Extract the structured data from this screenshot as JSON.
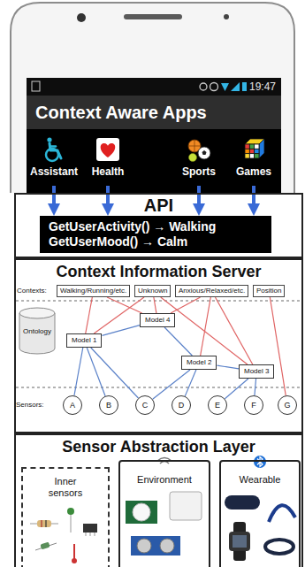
{
  "diagram": {
    "nodes": [
      {
        "text": [
          "Context Aware Apps"
        ]
      },
      {
        "text": [
          "Assistant"
        ],
        "in": 0
      },
      {
        "text": [
          "Health"
        ],
        "in": 0
      },
      {
        "text": [
          "Sports"
        ],
        "in": 0
      },
      {
        "text": [
          "Games"
        ],
        "in": 0
      },
      {
        "text": [
          "API"
        ]
      },
      {
        "text": [
          "GetUserActivity() → Walking",
          "GetUserMood() → Calm"
        ],
        "in": 5
      },
      {
        "text": [
          "Context Information Server"
        ]
      },
      {
        "text": [
          "Walking/Running/etc."
        ],
        "in": 7
      },
      {
        "text": [
          "Unknown"
        ],
        "in": 7
      },
      {
        "text": [
          "Anxious/Relaxed/etc."
        ],
        "in": 7
      },
      {
        "text": [
          "Position"
        ],
        "in": 7
      },
      {
        "text": [
          "Ontology"
        ],
        "in": 7
      },
      {
        "text": [
          "Model 1"
        ],
        "in": 7
      },
      {
        "text": [
          "Model 4"
        ],
        "in": 7
      },
      {
        "text": [
          "Model 2"
        ],
        "in": 7
      },
      {
        "text": [
          "Model 3"
        ],
        "in": 7
      },
      {
        "text": [
          "A"
        ],
        "in": 7
      },
      {
        "text": [
          "B"
        ],
        "in": 7
      },
      {
        "text": [
          "C"
        ],
        "in": 7
      },
      {
        "text": [
          "D"
        ],
        "in": 7
      },
      {
        "text": [
          "E"
        ],
        "in": 7
      },
      {
        "text": [
          "F"
        ],
        "in": 7
      },
      {
        "text": [
          "G"
        ],
        "in": 7
      },
      {
        "text": [
          "Sensor Abstraction Layer"
        ]
      },
      {
        "text": [
          "Inner sensors"
        ],
        "in": 24
      },
      {
        "text": [
          "Environment"
        ],
        "in": 24
      },
      {
        "text": [
          "Wearable"
        ],
        "in": 24
      }
    ],
    "edges": [
      {
        "from": 1,
        "to": 6,
        "arrow": "to"
      },
      {
        "from": 2,
        "to": 6,
        "arrow": "to"
      },
      {
        "from": 3,
        "to": 6,
        "arrow": "to"
      },
      {
        "from": 4,
        "to": 6,
        "arrow": "to"
      },
      {
        "from": 8,
        "to": 13,
        "arrow": "none"
      },
      {
        "from": 8,
        "to": 14,
        "arrow": "none"
      },
      {
        "from": 9,
        "to": 13,
        "arrow": "none"
      },
      {
        "from": 9,
        "to": 14,
        "arrow": "none"
      },
      {
        "from": 9,
        "to": 16,
        "arrow": "none"
      },
      {
        "from": 10,
        "to": 14,
        "arrow": "none"
      },
      {
        "from": 10,
        "to": 15,
        "arrow": "none"
      },
      {
        "from": 10,
        "to": 16,
        "arrow": "none"
      },
      {
        "from": 11,
        "to": 23,
        "arrow": "none"
      },
      {
        "from": 13,
        "to": 14,
        "arrow": "none"
      },
      {
        "from": 13,
        "to": 17,
        "arrow": "none"
      },
      {
        "from": 13,
        "to": 18,
        "arrow": "none"
      },
      {
        "from": 13,
        "to": 19,
        "arrow": "none"
      },
      {
        "from": 14,
        "to": 15,
        "arrow": "none"
      },
      {
        "from": 15,
        "to": 19,
        "arrow": "none"
      },
      {
        "from": 15,
        "to": 20,
        "arrow": "none"
      },
      {
        "from": 15,
        "to": 16,
        "arrow": "none"
      },
      {
        "from": 16,
        "to": 21,
        "arrow": "none"
      },
      {
        "from": 16,
        "to": 22,
        "arrow": "none"
      }
    ],
    "labels": [
      "19:47",
      "Contexts:",
      "Sensors:"
    ]
  }
}
